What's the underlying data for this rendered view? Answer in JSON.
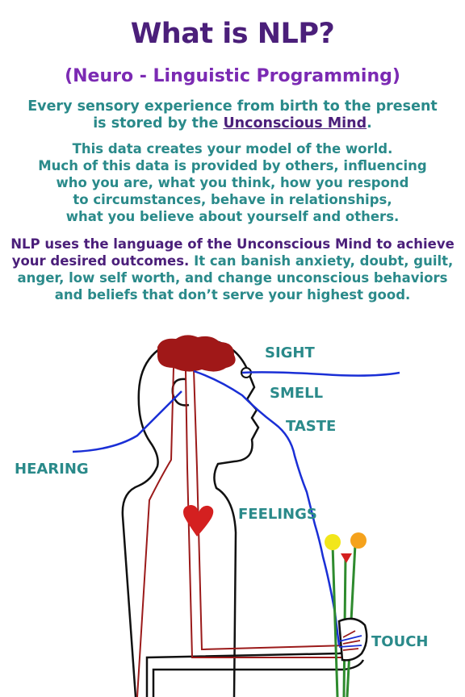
{
  "title": "What is NLP?",
  "subtitle": "(Neuro - Linguistic Programming)",
  "para1": {
    "line1": "Every sensory experience from birth to the present",
    "line2_pre": "is stored by the ",
    "line2_link": "Unconscious Mind",
    "line2_post": "."
  },
  "para2": {
    "lines": [
      "This data creates your model of the world.",
      "Much of this data is provided by others, influencing",
      "who you are, what you think, how you respond",
      "to circumstances, behave in relationships,",
      "what you believe about yourself and others."
    ]
  },
  "para3": {
    "line1": "NLP uses the language of the Unconscious Mind to achieve",
    "line2_highlight": "your desired outcomes.",
    "line2_rest": " It can banish anxiety, doubt, guilt,",
    "line3": "anger, low self worth, and change unconscious behaviors",
    "line4": "and beliefs that don’t serve your highest good."
  },
  "senses": {
    "sight": "SIGHT",
    "smell": "SMELL",
    "taste": "TASTE",
    "hearing": "HEARING",
    "feelings": "FEELINGS",
    "touch": "TOUCH"
  },
  "colors": {
    "title": "#4b1f7a",
    "subtitle": "#7b2ab3",
    "text": "#2a8a8a",
    "nerve_blue": "#1a2fd6",
    "nerve_red": "#9b1a1a",
    "brain": "#a01818",
    "heart": "#d42020",
    "flower_yellow": "#f2e61a",
    "flower_orange": "#f5a21c",
    "stem_green": "#2e8b2e"
  }
}
